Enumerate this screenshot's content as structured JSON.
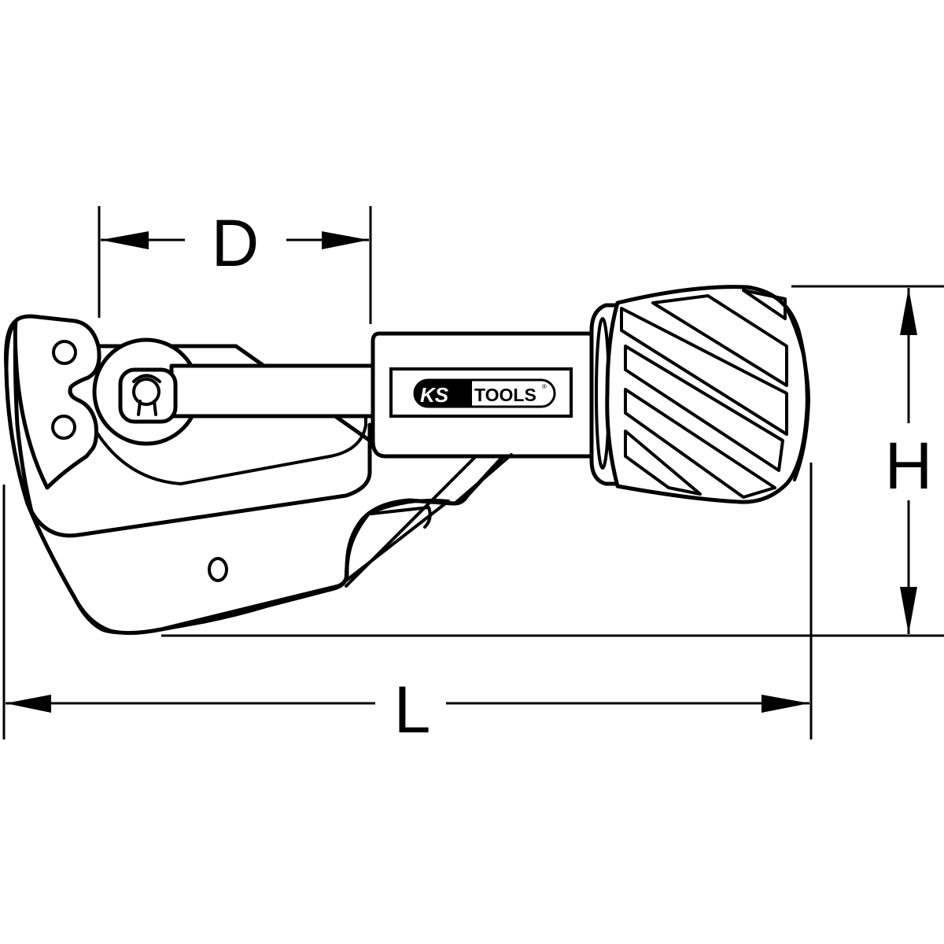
{
  "diagram": {
    "subject": "pipe cutter",
    "brand_logo": {
      "left_text": "KS",
      "right_text": "TOOLS",
      "registered_mark": "®"
    },
    "dimensions": {
      "D": {
        "label": "D",
        "meaning": "cutting capacity (pipe diameter)"
      },
      "H": {
        "label": "H",
        "meaning": "height"
      },
      "L": {
        "label": "L",
        "meaning": "overall length"
      }
    },
    "colors": {
      "line": "#000000",
      "background": "#ffffff"
    }
  }
}
